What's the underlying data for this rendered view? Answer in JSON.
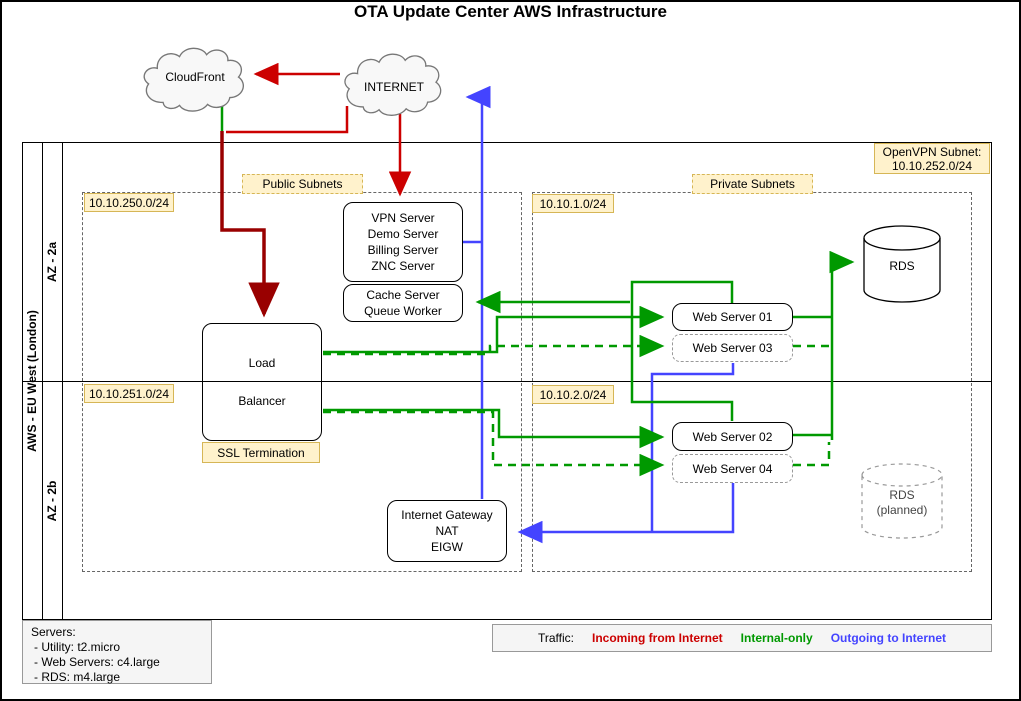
{
  "title": "OTA Update Center AWS Infrastructure",
  "region": {
    "label": "AWS - EU West (London)",
    "az_top": "AZ - 2a",
    "az_bottom": "AZ - 2b"
  },
  "clouds": {
    "cloudfront": "CloudFront",
    "internet": "INTERNET"
  },
  "subnets": {
    "openvpn_line1": "OpenVPN Subnet:",
    "openvpn_line2": "10.10.252.0/24",
    "public_label": "Public Subnets",
    "private_label": "Private Subnets",
    "cidr_public_a": "10.10.250.0/24",
    "cidr_private_a": "10.10.1.0/24",
    "cidr_public_b": "10.10.251.0/24",
    "cidr_private_b": "10.10.2.0/24"
  },
  "nodes": {
    "utility": [
      "VPN Server",
      "Demo Server",
      "Billing Server",
      "ZNC Server"
    ],
    "cache": [
      "Cache Server",
      "Queue Worker"
    ],
    "load_balancer": [
      "Load",
      "Balancer"
    ],
    "ssl_label": "SSL Termination",
    "web1": "Web Server 01",
    "web3": "Web Server 03",
    "web2": "Web Server 02",
    "web4": "Web Server 04",
    "igw": [
      "Internet Gateway",
      "NAT",
      "EIGW"
    ],
    "rds": "RDS",
    "rds_planned": [
      "RDS",
      "(planned)"
    ]
  },
  "legend_servers": {
    "title": "Servers:",
    "items": [
      "- Utility: t2.micro",
      "- Web Servers: c4.large",
      "- RDS: m4.large"
    ]
  },
  "legend_traffic": {
    "label": "Traffic:",
    "incoming": "Incoming from Internet",
    "internal": "Internal-only",
    "outgoing": "Outgoing to Internet"
  },
  "colors": {
    "incoming": "#cc0000",
    "incoming_dark": "#990000",
    "internal": "#009900",
    "outgoing": "#4444ff",
    "note_fill": "#fff2cc",
    "note_border": "#d6b656"
  }
}
